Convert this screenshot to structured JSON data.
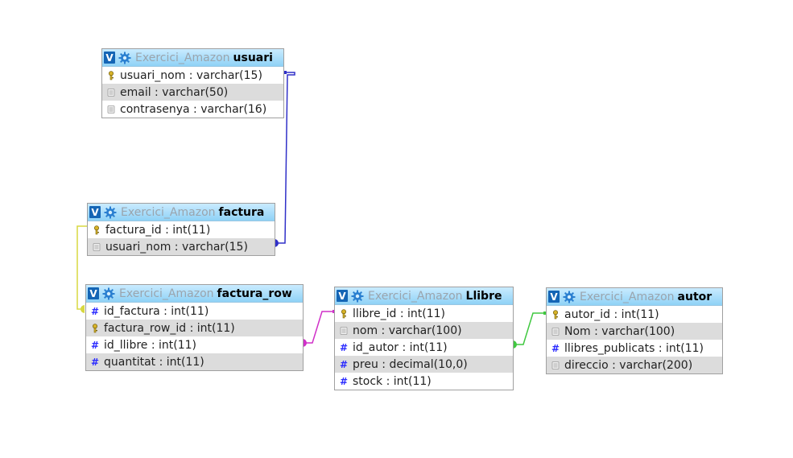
{
  "colors": {
    "usuari_factura": "#3030c8",
    "factura_factura_row": "#d8d840",
    "factura_row_llibre": "#d030c8",
    "llibre_autor": "#40c840",
    "header_db_text": "#9aa4ad",
    "row_alt": "#dcdcdc"
  },
  "tables": {
    "usuari": {
      "db": "Exercici_Amazon",
      "name": "usuari",
      "columns": [
        {
          "text": "usuari_nom : varchar(15)",
          "icon": "key-icon"
        },
        {
          "text": "email : varchar(50)",
          "icon": "field-icon"
        },
        {
          "text": "contrasenya : varchar(16)",
          "icon": "field-icon"
        }
      ]
    },
    "factura": {
      "db": "Exercici_Amazon",
      "name": "factura",
      "columns": [
        {
          "text": "factura_id : int(11)",
          "icon": "key-icon"
        },
        {
          "text": "usuari_nom : varchar(15)",
          "icon": "field-icon"
        }
      ]
    },
    "factura_row": {
      "db": "Exercici_Amazon",
      "name": "factura_row",
      "columns": [
        {
          "text": "id_factura : int(11)",
          "icon": "number-icon"
        },
        {
          "text": "factura_row_id : int(11)",
          "icon": "key-icon"
        },
        {
          "text": "id_llibre : int(11)",
          "icon": "number-icon"
        },
        {
          "text": "quantitat : int(11)",
          "icon": "number-icon"
        }
      ]
    },
    "llibre": {
      "db": "Exercici_Amazon",
      "name": "Llibre",
      "columns": [
        {
          "text": "llibre_id : int(11)",
          "icon": "key-icon"
        },
        {
          "text": "nom : varchar(100)",
          "icon": "field-icon"
        },
        {
          "text": "id_autor : int(11)",
          "icon": "number-icon"
        },
        {
          "text": "preu : decimal(10,0)",
          "icon": "number-icon"
        },
        {
          "text": "stock : int(11)",
          "icon": "number-icon"
        }
      ]
    },
    "autor": {
      "db": "Exercici_Amazon",
      "name": "autor",
      "columns": [
        {
          "text": "autor_id : int(11)",
          "icon": "key-icon"
        },
        {
          "text": "Nom : varchar(100)",
          "icon": "field-icon"
        },
        {
          "text": "llibres_publicats : int(11)",
          "icon": "number-icon"
        },
        {
          "text": "direccio : varchar(200)",
          "icon": "field-icon"
        }
      ]
    }
  }
}
